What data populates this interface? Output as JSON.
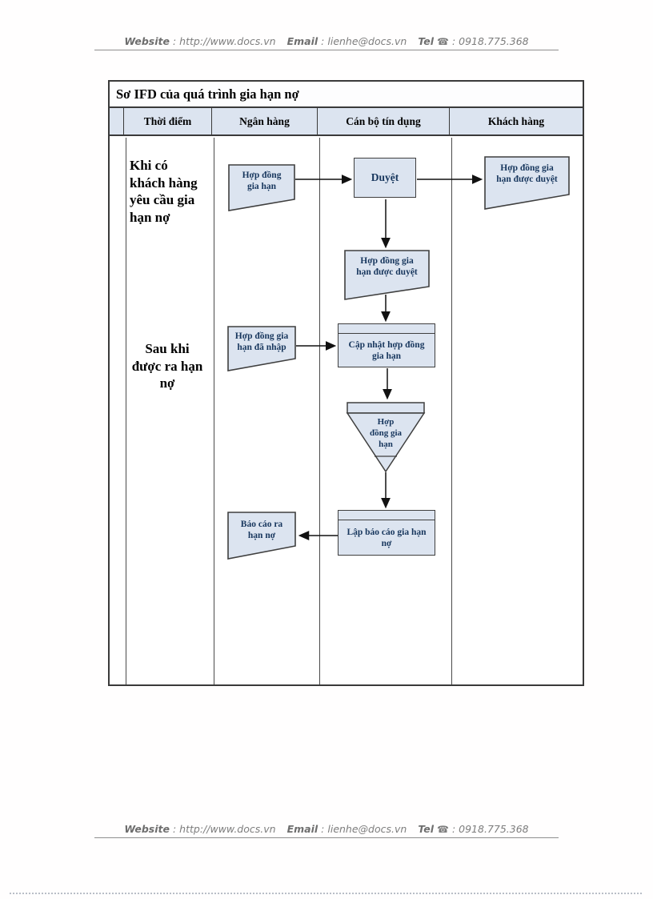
{
  "contact": {
    "website_label": "Website",
    "website_value": "http://www.docs.vn",
    "email_label": "Email",
    "email_value": "lienhe@docs.vn",
    "tel_label": "Tel",
    "phone_icon": "☎",
    "tel_value": "0918.775.368",
    "separator": ":"
  },
  "diagram": {
    "title": "Sơ IFD của quá trình gia hạn nợ",
    "columns": [
      "Thời điểm",
      "Ngân hàng",
      "Cán bộ tín dụng",
      "Khách hàng"
    ],
    "row_labels": {
      "row1": "Khi có\nkhách hàng\nyêu cầu gia\nhạn nợ",
      "row2": "Sau khi\nđược ra hạn\nnợ"
    },
    "shapes": {
      "doc_hop_dong_gia_han": "Hợp đồng\ngia hạn",
      "process_duyet": "Duyệt",
      "doc_hop_dong_duyet_khach_hang": "Hợp đồng gia\nhạn được duyệt",
      "doc_hop_dong_duyet_can_bo": "Hợp đồng gia\nhạn được duyệt",
      "doc_hop_dong_da_nhap": "Hợp đồng gia\nhạn đã nhập",
      "process_cap_nhat": "Cập nhật hợp đồng\ngia hạn",
      "storage_hop_dong": "Hợp\nđồng gia\nhạn",
      "process_lap_bao_cao": "Lập báo cáo gia hạn\nnợ",
      "doc_bao_cao": "Báo cáo ra\nhạn nợ"
    },
    "colors": {
      "shape_fill": "#dce4f0",
      "shape_stroke": "#3f3f3f",
      "shape_text": "#17365d",
      "header_fill": "#dce4f0"
    }
  }
}
